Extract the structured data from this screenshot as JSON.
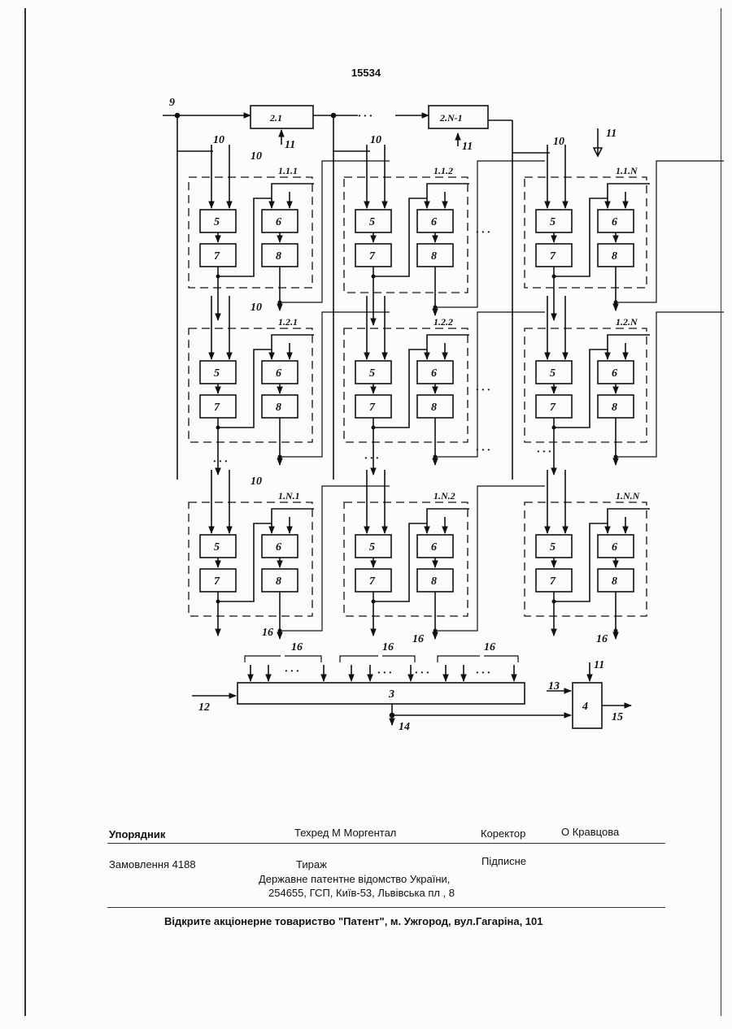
{
  "page_number": "15534",
  "diagram": {
    "input_label": "9",
    "delay_blocks": [
      "2.1",
      "2.N-1"
    ],
    "cells": [
      [
        "1.1.1",
        "1.1.2",
        "1.1.N"
      ],
      [
        "1.2.1",
        "1.2.2",
        "1.2.N"
      ],
      [
        "1.N.1",
        "1.N.2",
        "1.N.N"
      ]
    ],
    "inner_blocks": [
      "5",
      "6",
      "7",
      "8"
    ],
    "line_labels": {
      "l10": "10",
      "l11": "11",
      "l16": "16",
      "l12": "12",
      "l13": "13",
      "l14": "14",
      "l15": "15"
    },
    "block3_label": "3",
    "block4_label": "4",
    "ellipsis": "· · ·"
  },
  "imprint": {
    "compiler_label": "Упорядник",
    "techred": "Техред М Моргентал",
    "corrector_label": "Коректор",
    "corrector_name": "О Кравцова",
    "order": "Замовлення  4188",
    "circulation": "Тираж",
    "subscription": "Підписне",
    "office_line1": "Державне патентне відомство України,",
    "office_line2": "254655, ГСП, Київ-53, Львівська пл , 8",
    "publisher": "Відкрите акціонерне товариство \"Патент\", м. Ужгород, вул.Гагаріна, 101"
  }
}
